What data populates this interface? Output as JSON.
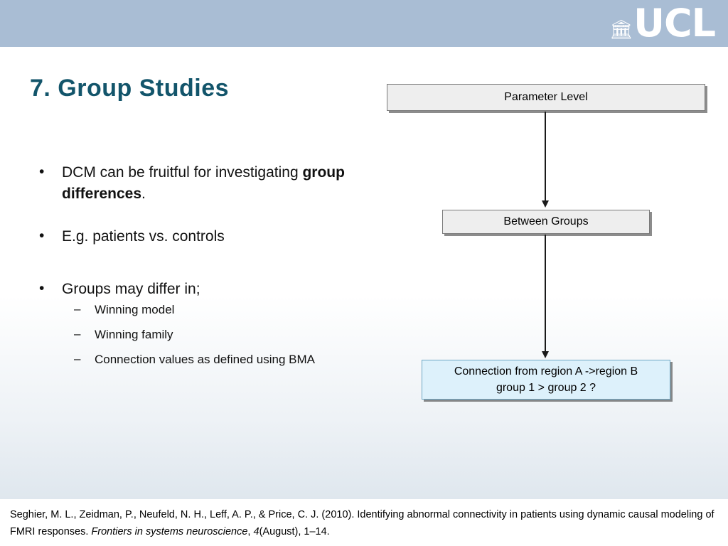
{
  "header": {
    "logo_crest": "ἽB",
    "logo_text": "UCL"
  },
  "slide": {
    "title": "7. Group Studies",
    "bullets": [
      {
        "mark": "•",
        "text_before": "DCM can be fruitful for investigating ",
        "text_bold": "group differences",
        "text_after": "."
      },
      {
        "mark": "•",
        "text_before": "E.g. patients vs. controls",
        "text_bold": "",
        "text_after": ""
      },
      {
        "mark": "•",
        "text_before": "Groups may differ in;",
        "text_bold": "",
        "text_after": ""
      }
    ],
    "sub_bullets": [
      {
        "mark": "–",
        "text": "Winning model"
      },
      {
        "mark": "–",
        "text": "Winning family"
      },
      {
        "mark": "–",
        "text": "Connection values as defined using BMA"
      }
    ]
  },
  "diagram": {
    "box_parameter": "Parameter Level",
    "box_between": "Between Groups",
    "box_connection_line1": "Connection from region A ->region B",
    "box_connection_line2": "group 1 > group 2 ?",
    "colors": {
      "box_grey": "#eeeeee",
      "box_blue": "#ddf1fb",
      "arrow": "#1a1a1a"
    }
  },
  "citation": {
    "part1": "Seghier, M. L., Zeidman, P., Neufeld, N. H., Leff, A. P., & Price, C. J. (2010). Identifying abnormal connectivity in patients using dynamic causal modeling of FMRI responses. ",
    "italic1": "Frontiers in systems neuroscience",
    "part2": ", ",
    "italic2": "4",
    "part3": "(August), 1–14."
  },
  "theme": {
    "banner_color": "#a9bdd4",
    "title_color": "#13556b"
  }
}
